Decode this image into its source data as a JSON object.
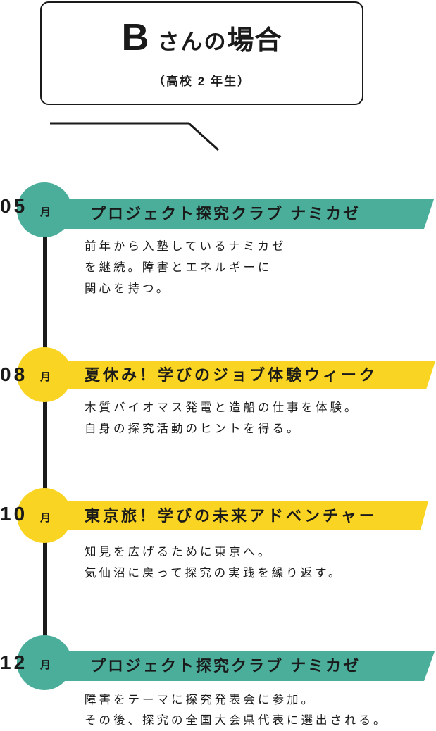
{
  "theme": {
    "teal": "#4aae9b",
    "yellow": "#f9d423",
    "ink": "#1a1a1a"
  },
  "header": {
    "letter": "B",
    "kana": "さんの",
    "kanji": "場合",
    "subtitle": "（高校 2 年生）"
  },
  "items": [
    {
      "month": "05",
      "unit": "月",
      "color": "#4aae9b",
      "title": "プロジェクト探究クラブ ナミカゼ",
      "lines": [
        "前年から入塾しているナミカゼ",
        "を継続。障害とエネルギーに",
        "関心を持つ。"
      ]
    },
    {
      "month": "08",
      "unit": "月",
      "color": "#f9d423",
      "title": "夏休み！学びのジョブ体験ウィーク",
      "lines": [
        "木質バイオマス発電と造船の仕事を体験。",
        "自身の探究活動のヒントを得る。"
      ]
    },
    {
      "month": "10",
      "unit": "月",
      "color": "#f9d423",
      "title": "東京旅！学びの未来アドベンチャー",
      "lines": [
        "知見を広げるために東京へ。",
        "気仙沼に戻って探究の実践を繰り返す。"
      ]
    },
    {
      "month": "12",
      "unit": "月",
      "color": "#4aae9b",
      "title": "プロジェクト探究クラブ ナミカゼ",
      "lines": [
        "障害をテーマに探究発表会に参加。",
        "その後、探究の全国大会県代表に選出される。"
      ]
    }
  ]
}
